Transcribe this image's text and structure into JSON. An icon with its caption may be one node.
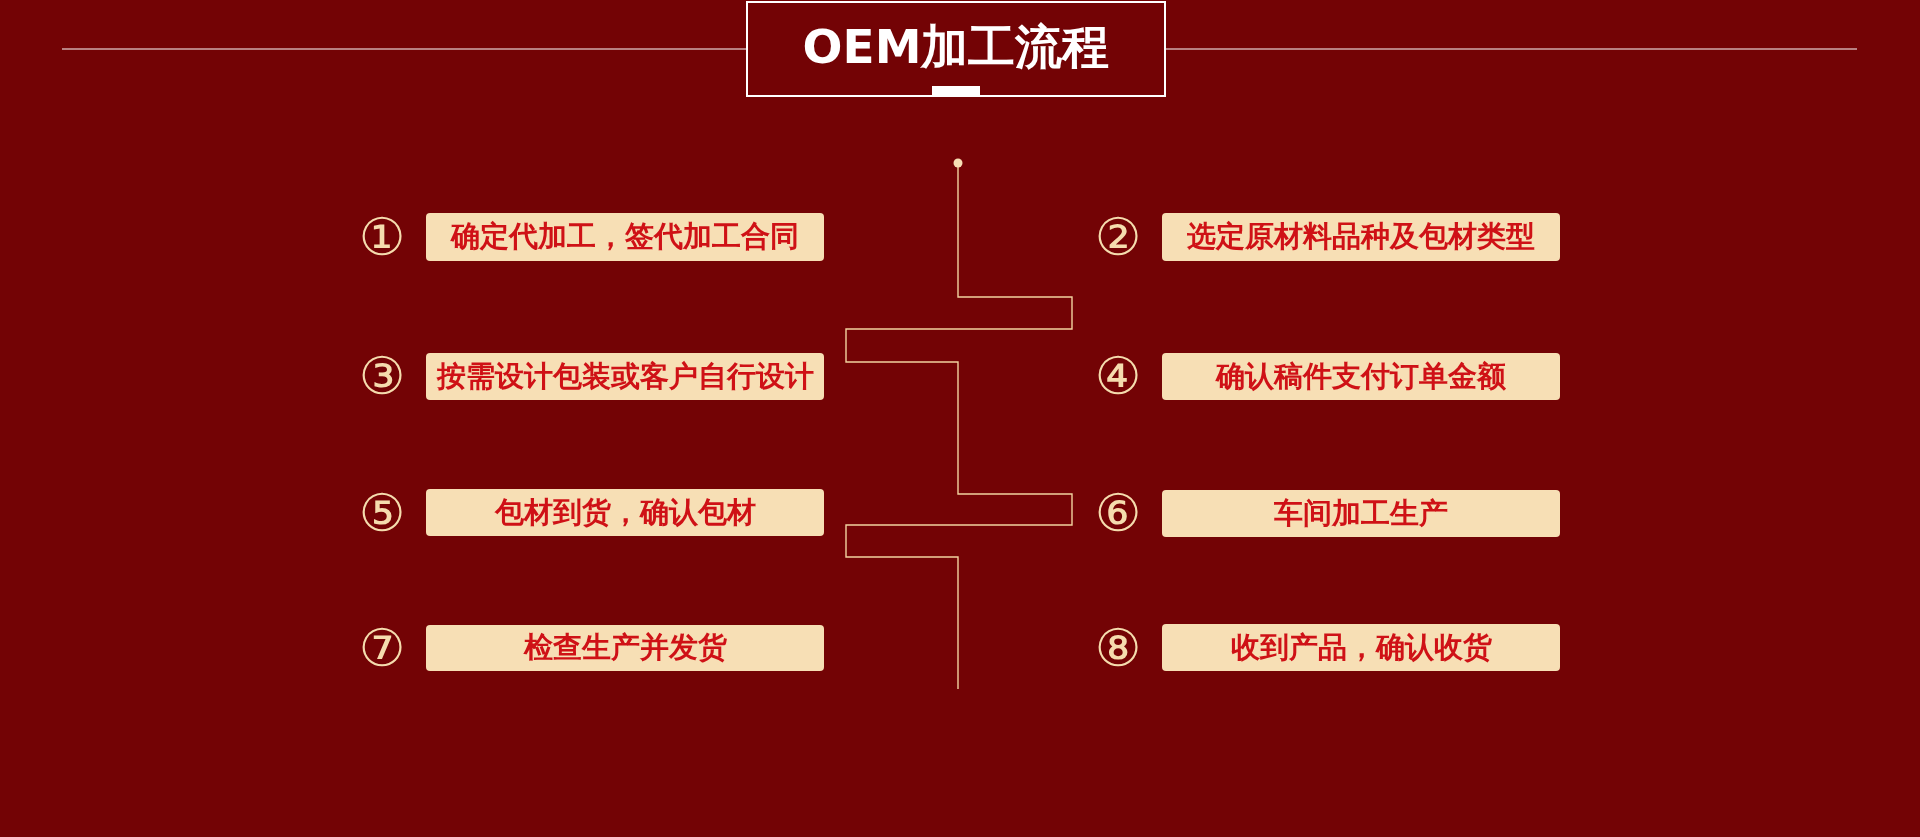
{
  "diagram": {
    "title": "OEM加工流程",
    "nodes": [
      {
        "text": [
          "确定代加工，签代加工合同"
        ],
        "beside": [
          "①"
        ]
      },
      {
        "text": [
          "选定原材料品种及包材类型"
        ],
        "beside": [
          "②"
        ]
      },
      {
        "text": [
          "按需设计包装或客户自行设计"
        ],
        "beside": [
          "③"
        ]
      },
      {
        "text": [
          "确认稿件支付订单金额"
        ],
        "beside": [
          "④"
        ]
      },
      {
        "text": [
          "包材到货，确认包材"
        ],
        "beside": [
          "⑤"
        ]
      },
      {
        "text": [
          "车间加工生产"
        ],
        "beside": [
          "⑥"
        ]
      },
      {
        "text": [
          "检查生产并发货"
        ],
        "beside": [
          "⑦"
        ]
      },
      {
        "text": [
          "收到产品，确认收货"
        ],
        "beside": [
          "⑧"
        ]
      }
    ]
  }
}
